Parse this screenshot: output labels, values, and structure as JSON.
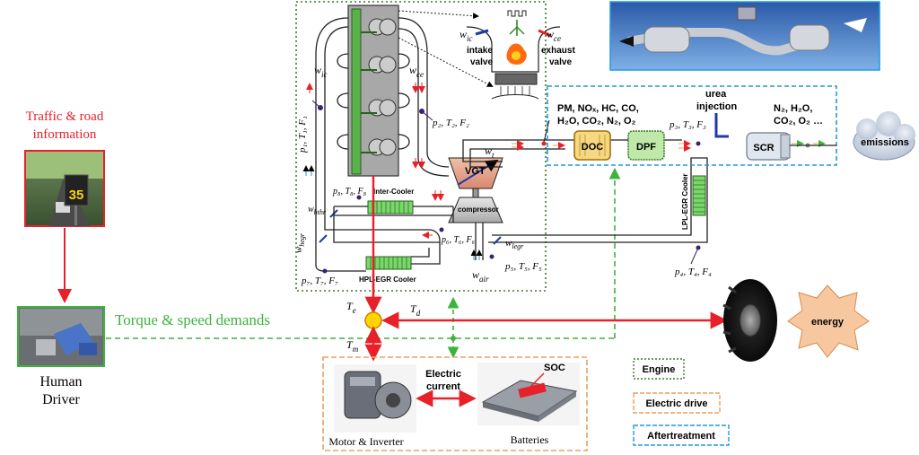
{
  "traffic": {
    "line1": "Traffic & road",
    "line2": "information",
    "sign": "35"
  },
  "driver": {
    "line1": "Human",
    "line2": "Driver"
  },
  "demands": "Torque & speed demands",
  "engine": {
    "w_ic_top": "w",
    "w_ic_top_sub": "ic",
    "w_ce_top": "w",
    "w_ce_top_sub": "ce",
    "intake_valve_1": "intake",
    "intake_valve_2": "valve",
    "exhaust_valve_1": "exhaust",
    "exhaust_valve_2": "valve",
    "w_ic": "w",
    "w_ic_sub": "ic",
    "w_ce": "w",
    "w_ce_sub": "ce",
    "p1": "p₁, T₁, F₁",
    "p2": "p₂, T₂, F₂",
    "p8": "p₈, T₈, F₈",
    "intercooler": "Inter-Cooler",
    "w_hthr": "w",
    "w_hthr_sub": "hthr",
    "w_hegr": "w",
    "w_hegr_sub": "hegr",
    "p7": "p₇, T₇, F₇",
    "hpl": "HPL-EGR Cooler",
    "vgt": "VGT",
    "compressor": "compressor",
    "p6": "p₆, T₆, F₆",
    "w_t": "w",
    "w_t_sub": "t",
    "w_legr": "w",
    "w_legr_sub": "legr",
    "w_air": "w",
    "w_air_sub": "air",
    "p5": "p₅, T₅, F₅"
  },
  "aftertreatment": {
    "pollutants_1": "PM, NOₓ, HC, CO,",
    "pollutants_2": "H₂O, CO₂, N₂, O₂",
    "doc": "DOC",
    "dpf": "DPF",
    "p3": "p₃, T₃, F₃",
    "urea_1": "urea",
    "urea_2": "injection",
    "scr": "SCR",
    "out_1": "N₂, H₂O,",
    "out_2": "CO₂, O₂ …",
    "lpl": "LPL-EGR Cooler",
    "p4": "p₄, T₄, F₄",
    "emissions": "emissions"
  },
  "torque": {
    "te": "T",
    "te_sub": "e",
    "td": "T",
    "td_sub": "d",
    "tm": "T",
    "tm_sub": "m"
  },
  "energy": "energy",
  "electric": {
    "current_1": "Electric",
    "current_2": "current",
    "soc": "SOC",
    "motor": "Motor & Inverter",
    "batteries": "Batteries"
  },
  "legend": {
    "engine": "Engine",
    "electric": "Electric drive",
    "aftertreatment": "Aftertreatment"
  },
  "colors": {
    "red": "#e8202a",
    "green": "#3cb43c",
    "blue": "#1e9ae0",
    "orange": "#e8a060",
    "darkgreen": "#3a7a28"
  }
}
